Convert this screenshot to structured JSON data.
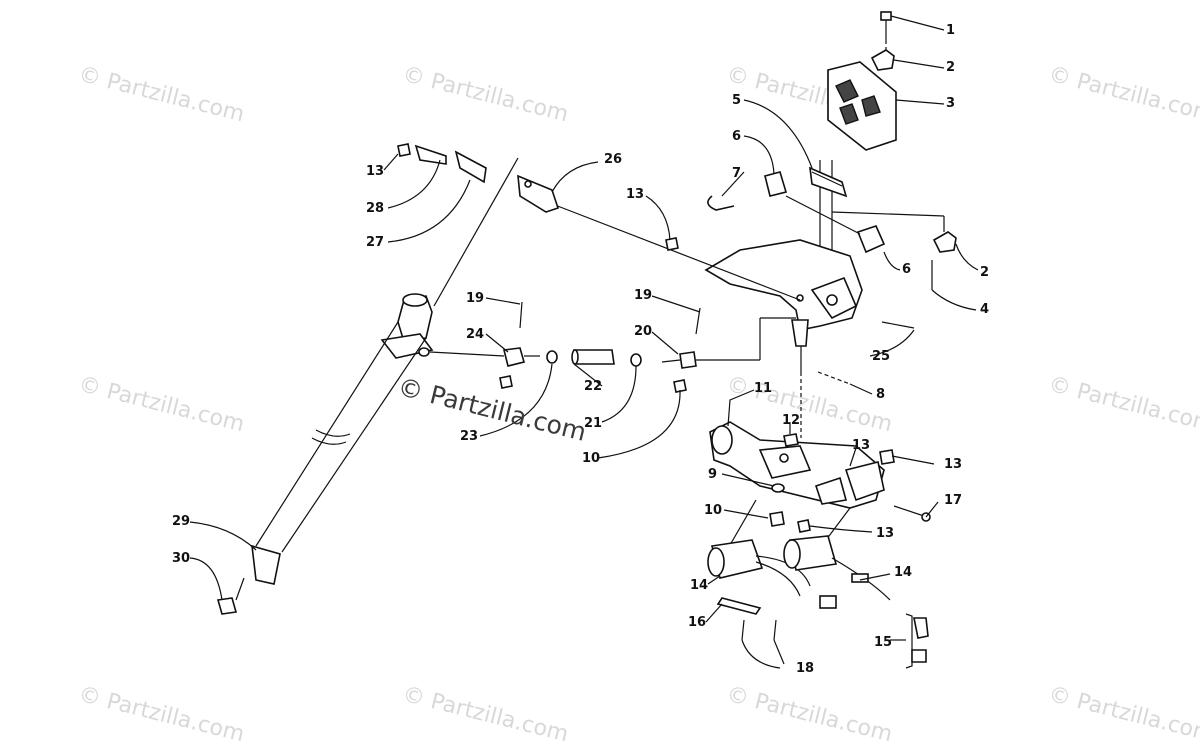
{
  "watermark": {
    "small_text": "© Partzilla.com",
    "main_text": "© Partzilla.com"
  },
  "callouts": [
    {
      "id": "c1",
      "label": "1"
    },
    {
      "id": "c2a",
      "label": "2"
    },
    {
      "id": "c3",
      "label": "3"
    },
    {
      "id": "c5",
      "label": "5"
    },
    {
      "id": "c6a",
      "label": "6"
    },
    {
      "id": "c7",
      "label": "7"
    },
    {
      "id": "c2b",
      "label": "2"
    },
    {
      "id": "c6b",
      "label": "6"
    },
    {
      "id": "c4",
      "label": "4"
    },
    {
      "id": "c25",
      "label": "25"
    },
    {
      "id": "c8",
      "label": "8"
    },
    {
      "id": "c11",
      "label": "11"
    },
    {
      "id": "c12",
      "label": "12"
    },
    {
      "id": "c13a",
      "label": "13"
    },
    {
      "id": "c13b",
      "label": "13"
    },
    {
      "id": "c9",
      "label": "9"
    },
    {
      "id": "c17",
      "label": "17"
    },
    {
      "id": "c10a",
      "label": "10"
    },
    {
      "id": "c13c",
      "label": "13"
    },
    {
      "id": "c14a",
      "label": "14"
    },
    {
      "id": "c14b",
      "label": "14"
    },
    {
      "id": "c16",
      "label": "16"
    },
    {
      "id": "c15",
      "label": "15"
    },
    {
      "id": "c18",
      "label": "18"
    },
    {
      "id": "c26",
      "label": "26"
    },
    {
      "id": "c13d",
      "label": "13"
    },
    {
      "id": "c13e",
      "label": "13"
    },
    {
      "id": "c28",
      "label": "28"
    },
    {
      "id": "c27",
      "label": "27"
    },
    {
      "id": "c19a",
      "label": "19"
    },
    {
      "id": "c24",
      "label": "24"
    },
    {
      "id": "c19b",
      "label": "19"
    },
    {
      "id": "c20",
      "label": "20"
    },
    {
      "id": "c22",
      "label": "22"
    },
    {
      "id": "c21",
      "label": "21"
    },
    {
      "id": "c23",
      "label": "23"
    },
    {
      "id": "c10b",
      "label": "10"
    },
    {
      "id": "c29",
      "label": "29"
    },
    {
      "id": "c30",
      "label": "30"
    }
  ],
  "colors": {
    "line": "#111111",
    "watermark": "#d8d8d8",
    "background": "#ffffff"
  }
}
